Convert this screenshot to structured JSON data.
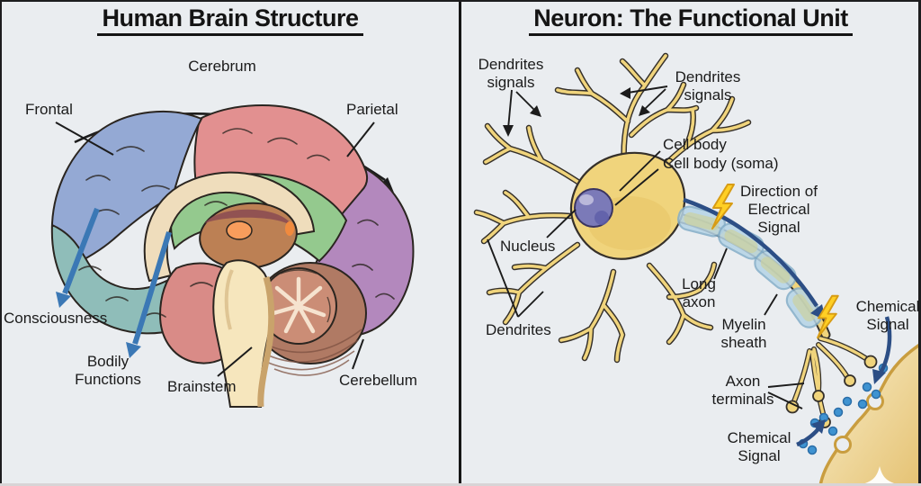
{
  "left_panel": {
    "title": "Human Brain Structure",
    "labels": {
      "cerebrum": "Cerebrum",
      "frontal": "Frontal",
      "parietal": "Parietal",
      "consciousness": "Consciousness",
      "bodily_functions": "Bodily\nFunctions",
      "brainstem": "Brainstem",
      "cerebellum": "Cerebellum"
    },
    "colors": {
      "frontal_lobe": "#94a9d4",
      "parietal_lobe": "#e29090",
      "occipital_lobe": "#b388bd",
      "cingulate_band": "#94c98e",
      "anterior_region": "#8fbdb9",
      "corpus_callosum": "#efddbc",
      "thalamus": "#bc8054",
      "pineal_spot": "#f89d5c",
      "midbrain": "#d98b87",
      "brainstem_fill": "#f6e6bd",
      "cerebellum_outer": "#b07a64",
      "cerebellum_inner": "#cb8d76",
      "arrow_blue": "#3b78b5"
    }
  },
  "right_panel": {
    "title": "Neuron: The Functional Unit",
    "labels": {
      "dendrites_signals_left": "Dendrites\nsignals",
      "dendrites_signals_right": "Dendrites\nsignals",
      "cell_body": "Cell body",
      "cell_body_soma": "Cell body (soma)",
      "direction_electrical": "Direction of\nElectrical\nSignal",
      "nucleus": "Nucleus",
      "long_axon": "Long\naxon",
      "myelin_sheath": "Myelin\nsheath",
      "chemical_signal_upper": "Chemical\nSignal",
      "axon_terminals": "Axon\nterminals",
      "chemical_signal_lower": "Chemical\nSignal",
      "dendrites": "Dendrites"
    },
    "colors": {
      "neuron_body": "#f0d47c",
      "nucleus": "#7b7ab8",
      "myelin": "#b5d4e6",
      "signal_arrow": "#2c4e85",
      "lightning": "#ffcf24",
      "neurotransmitter": "#3f93d1",
      "postsynaptic_cell": "#f2dfa4"
    }
  }
}
